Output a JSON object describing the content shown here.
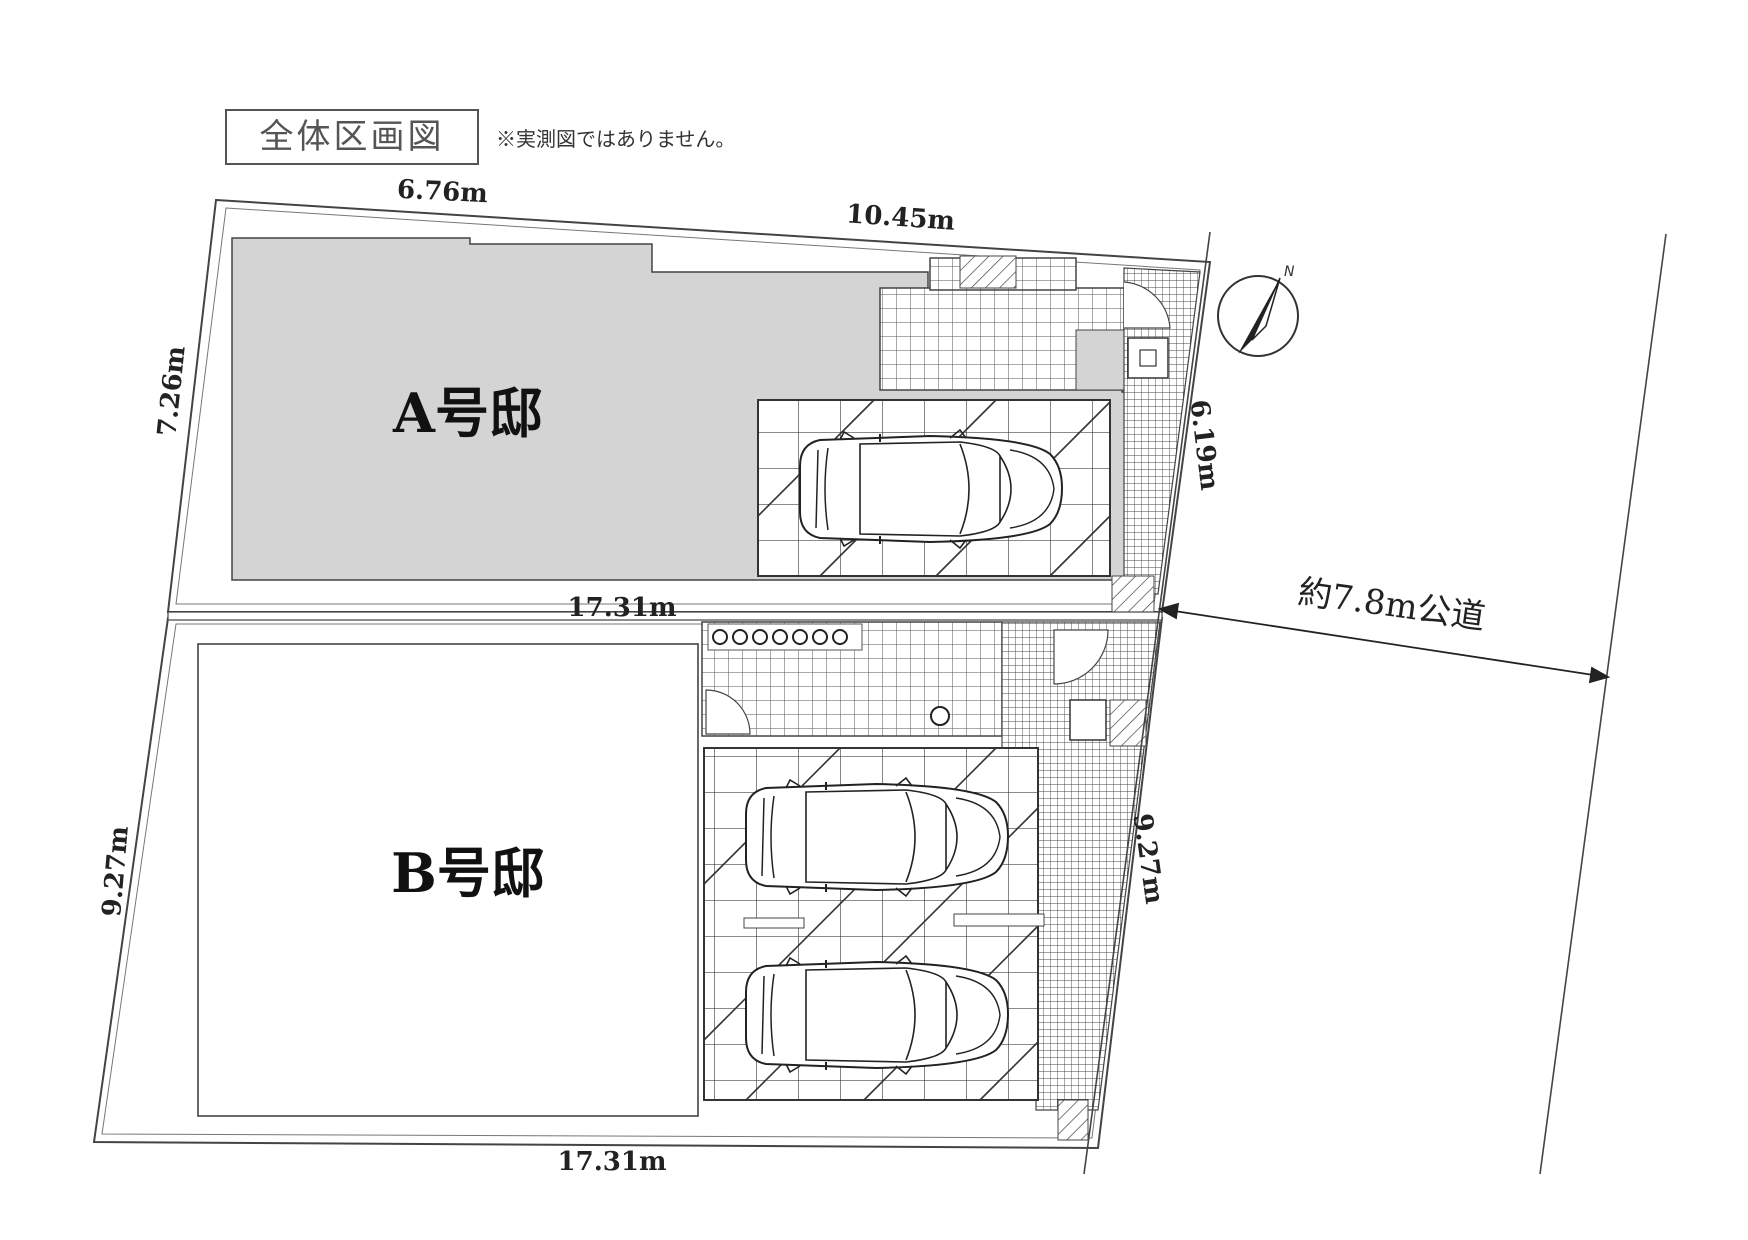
{
  "header": {
    "title": "全体区画図",
    "note": "※実測図ではありません。"
  },
  "units": {
    "a": {
      "label": "A号邸"
    },
    "b": {
      "label": "B号邸"
    }
  },
  "dimensions": {
    "a_top_left": "6.76m",
    "a_top_right": "10.45m",
    "a_left": "7.26m",
    "a_right": "6.19m",
    "middle": "17.31m",
    "b_left": "9.27m",
    "b_right": "9.27m",
    "b_bottom": "17.31m"
  },
  "road": {
    "label": "約7.8m公道"
  },
  "compass": {
    "label": "N"
  },
  "colors": {
    "building_a_fill": "#d4d4d4",
    "line": "#333333",
    "paving": "#666666"
  }
}
